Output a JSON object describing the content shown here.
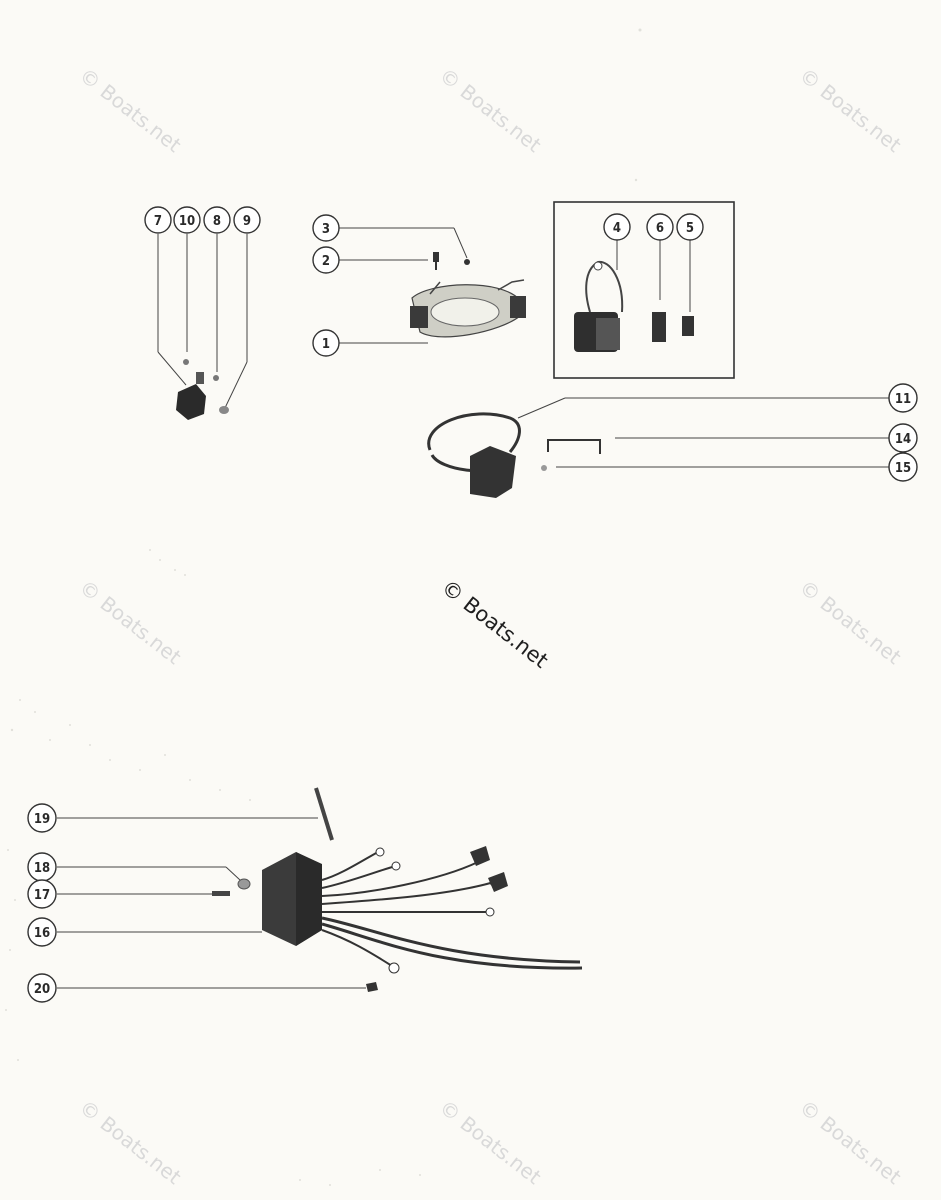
{
  "watermark": {
    "text": "© Boats.net"
  },
  "center_watermark": {
    "text": "© Boats.net"
  },
  "callouts": {
    "c1": "1",
    "c2": "2",
    "c3": "3",
    "c4": "4",
    "c5": "5",
    "c6": "6",
    "c7": "7",
    "c8": "8",
    "c9": "9",
    "c10": "10",
    "c11": "11",
    "c14": "14",
    "c15": "15",
    "c16": "16",
    "c17": "17",
    "c18": "18",
    "c19": "19",
    "c20": "20"
  }
}
